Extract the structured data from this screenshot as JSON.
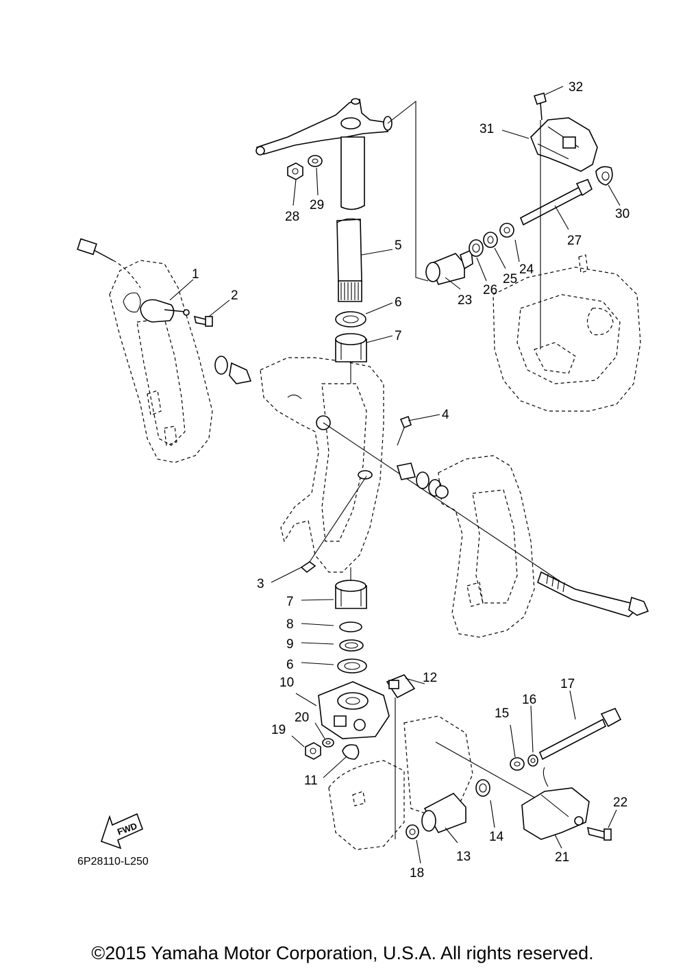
{
  "diagram": {
    "code": "6P28110-L250",
    "fwd": "FWD",
    "copyright": "©2015 Yamaha Motor Corporation, U.S.A. All rights reserved.",
    "labels": [
      {
        "id": "1",
        "text": "1"
      },
      {
        "id": "2",
        "text": "2"
      },
      {
        "id": "3",
        "text": "3"
      },
      {
        "id": "4",
        "text": "4"
      },
      {
        "id": "5",
        "text": "5"
      },
      {
        "id": "6a",
        "text": "6"
      },
      {
        "id": "6b",
        "text": "6"
      },
      {
        "id": "7a",
        "text": "7"
      },
      {
        "id": "7b",
        "text": "7"
      },
      {
        "id": "8",
        "text": "8"
      },
      {
        "id": "9",
        "text": "9"
      },
      {
        "id": "10",
        "text": "10"
      },
      {
        "id": "11",
        "text": "11"
      },
      {
        "id": "12",
        "text": "12"
      },
      {
        "id": "13",
        "text": "13"
      },
      {
        "id": "14",
        "text": "14"
      },
      {
        "id": "15",
        "text": "15"
      },
      {
        "id": "16",
        "text": "16"
      },
      {
        "id": "17",
        "text": "17"
      },
      {
        "id": "18",
        "text": "18"
      },
      {
        "id": "19",
        "text": "19"
      },
      {
        "id": "20",
        "text": "20"
      },
      {
        "id": "21",
        "text": "21"
      },
      {
        "id": "22",
        "text": "22"
      },
      {
        "id": "23",
        "text": "23"
      },
      {
        "id": "24",
        "text": "24"
      },
      {
        "id": "25",
        "text": "25"
      },
      {
        "id": "26",
        "text": "26"
      },
      {
        "id": "27",
        "text": "27"
      },
      {
        "id": "28",
        "text": "28"
      },
      {
        "id": "29",
        "text": "29"
      },
      {
        "id": "30",
        "text": "30"
      },
      {
        "id": "31",
        "text": "31"
      },
      {
        "id": "32",
        "text": "32"
      }
    ]
  }
}
